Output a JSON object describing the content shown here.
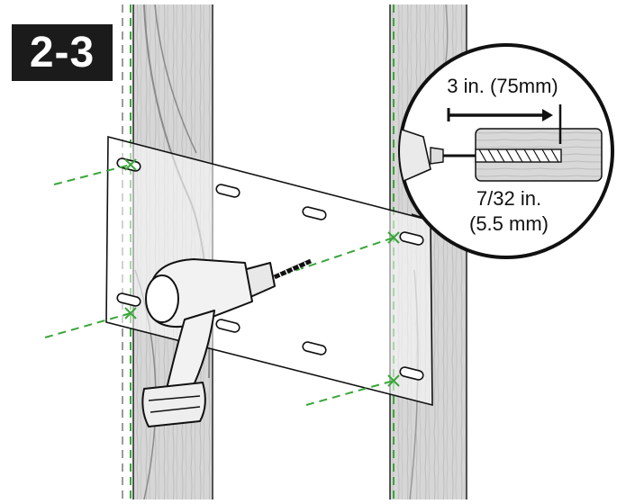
{
  "step": {
    "label": "2-3"
  },
  "callout": {
    "depth_label": "3 in. (75mm)",
    "bit_size_line1": "7/32 in.",
    "bit_size_line2": "(5.5 mm)"
  },
  "colors": {
    "badge_bg": "#1b1b1b",
    "stud_fill": "#d4d4d4",
    "guide_green": "#3aa63a",
    "line": "#111111"
  },
  "icons": [
    "drill-icon",
    "wall-stud",
    "mounting-plate",
    "drill-bit"
  ]
}
